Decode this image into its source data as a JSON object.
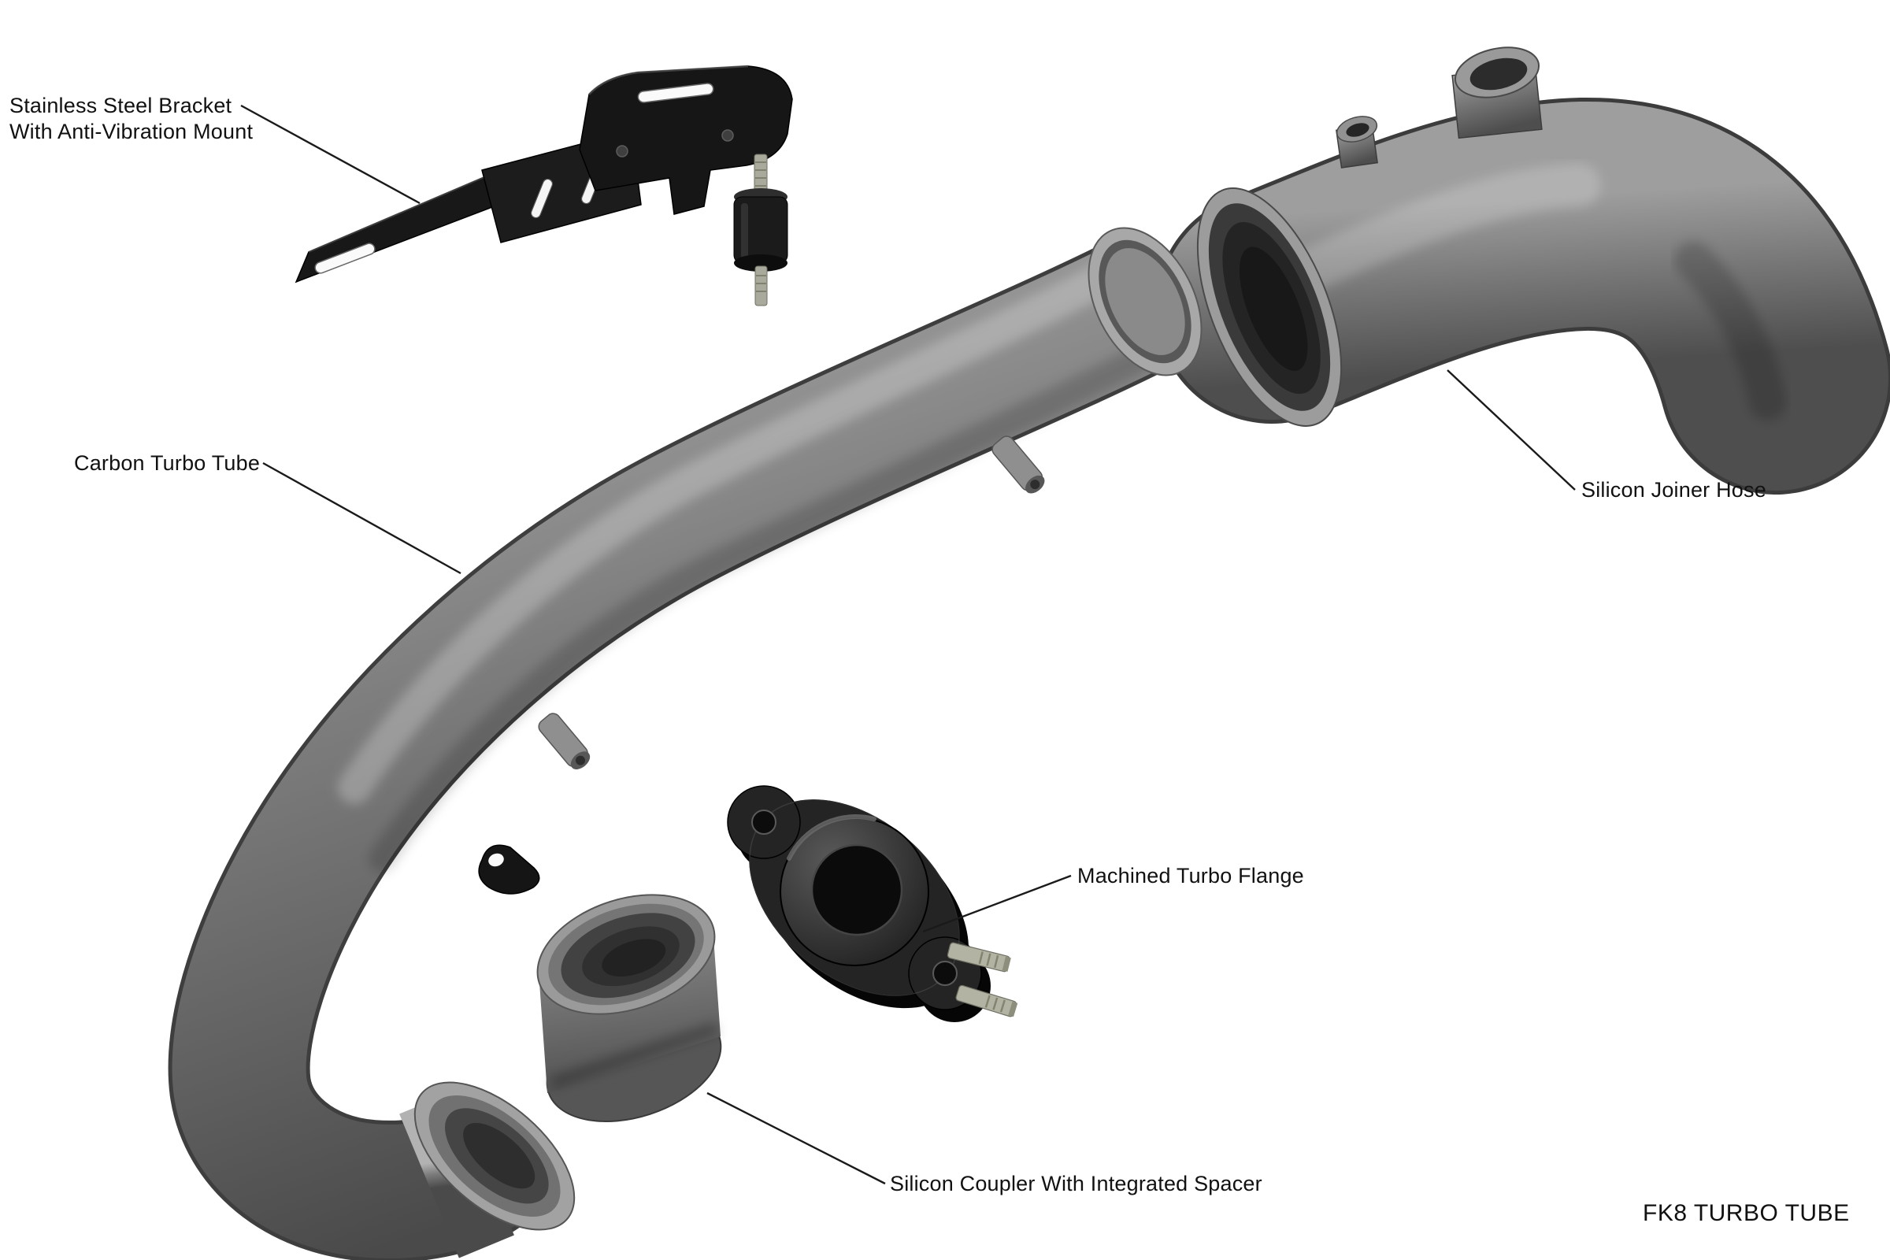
{
  "diagram": {
    "type": "exploded-parts-diagram",
    "product_title": "FK8 TURBO TUBE",
    "labels": {
      "bracket_line1": "Stainless Steel Bracket",
      "bracket_line2": "With Anti-Vibration Mount",
      "carbon_tube": "Carbon Turbo Tube",
      "joiner_hose": "Silicon Joiner Hose",
      "turbo_flange": "Machined Turbo Flange",
      "coupler": "Silicon Coupler With Integrated Spacer"
    },
    "colors": {
      "background": "#ffffff",
      "text": "#111111",
      "leader_line": "#1a1a1a",
      "tube_gray": "#7d7d7d",
      "hose_gray": "#6e6e6e",
      "black_parts": "#1c1c1c",
      "stud_metal": "#b3b3a4"
    }
  }
}
